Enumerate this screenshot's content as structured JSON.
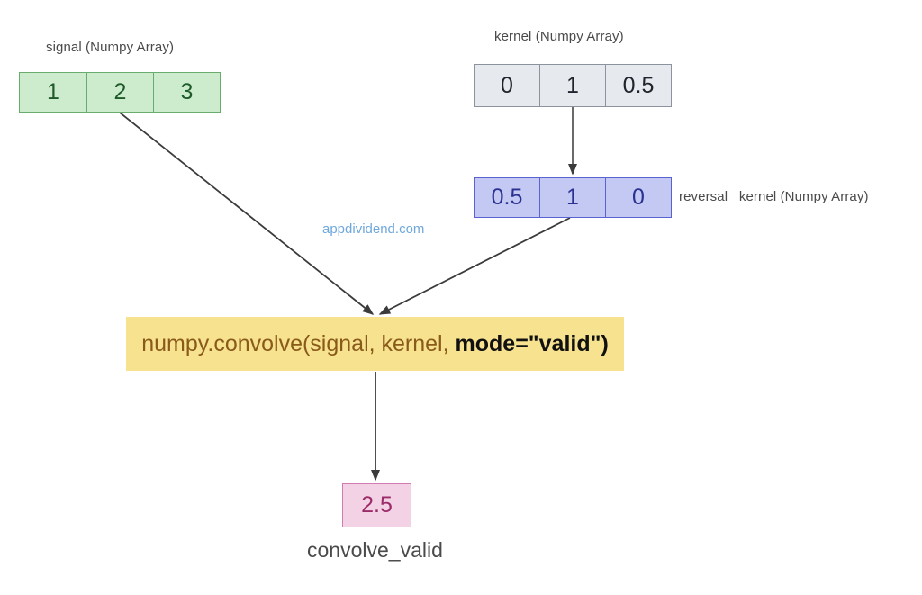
{
  "diagram": {
    "title": "numpy.convolve valid mode flow",
    "background": "#ffffff",
    "watermark": "appdividend.com"
  },
  "signal": {
    "caption": "signal (Numpy Array)",
    "values": [
      "1",
      "2",
      "3"
    ],
    "fill": "#cdeccd",
    "stroke": "#6aab6e",
    "text_color": "#1f5a2a"
  },
  "kernel": {
    "caption": "kernel (Numpy Array)",
    "values": [
      "0",
      "1",
      "0.5"
    ],
    "fill": "#e6e9ee",
    "stroke": "#8d939e",
    "text_color": "#20242c"
  },
  "reversal_kernel": {
    "caption": "reversal_ kernel (Numpy Array)",
    "values": [
      "0.5",
      "1",
      "0"
    ],
    "fill": "#c3c9f2",
    "stroke": "#5b62cf",
    "text_color": "#2b3190"
  },
  "operation": {
    "code_main": "numpy.convolve(signal, kernel, ",
    "code_mode": "mode=\"valid\")",
    "fill": "#f6e28f",
    "main_color": "#8a5a1a",
    "mode_color": "#111111"
  },
  "result": {
    "value": "2.5",
    "caption": "convolve_valid",
    "fill": "#f4d2e6",
    "stroke": "#d17bb2",
    "text_color": "#9c2c69"
  },
  "edges": [
    {
      "name": "kernel-to-reversal",
      "from": "kernel",
      "to": "reversal_kernel",
      "style": "straight-down"
    },
    {
      "name": "signal-to-operation",
      "from": "signal",
      "to": "operation",
      "style": "diagonal"
    },
    {
      "name": "reversal-to-operation",
      "from": "reversal_kernel",
      "to": "operation",
      "style": "diagonal"
    },
    {
      "name": "operation-to-result",
      "from": "operation",
      "to": "result",
      "style": "straight-down"
    }
  ]
}
